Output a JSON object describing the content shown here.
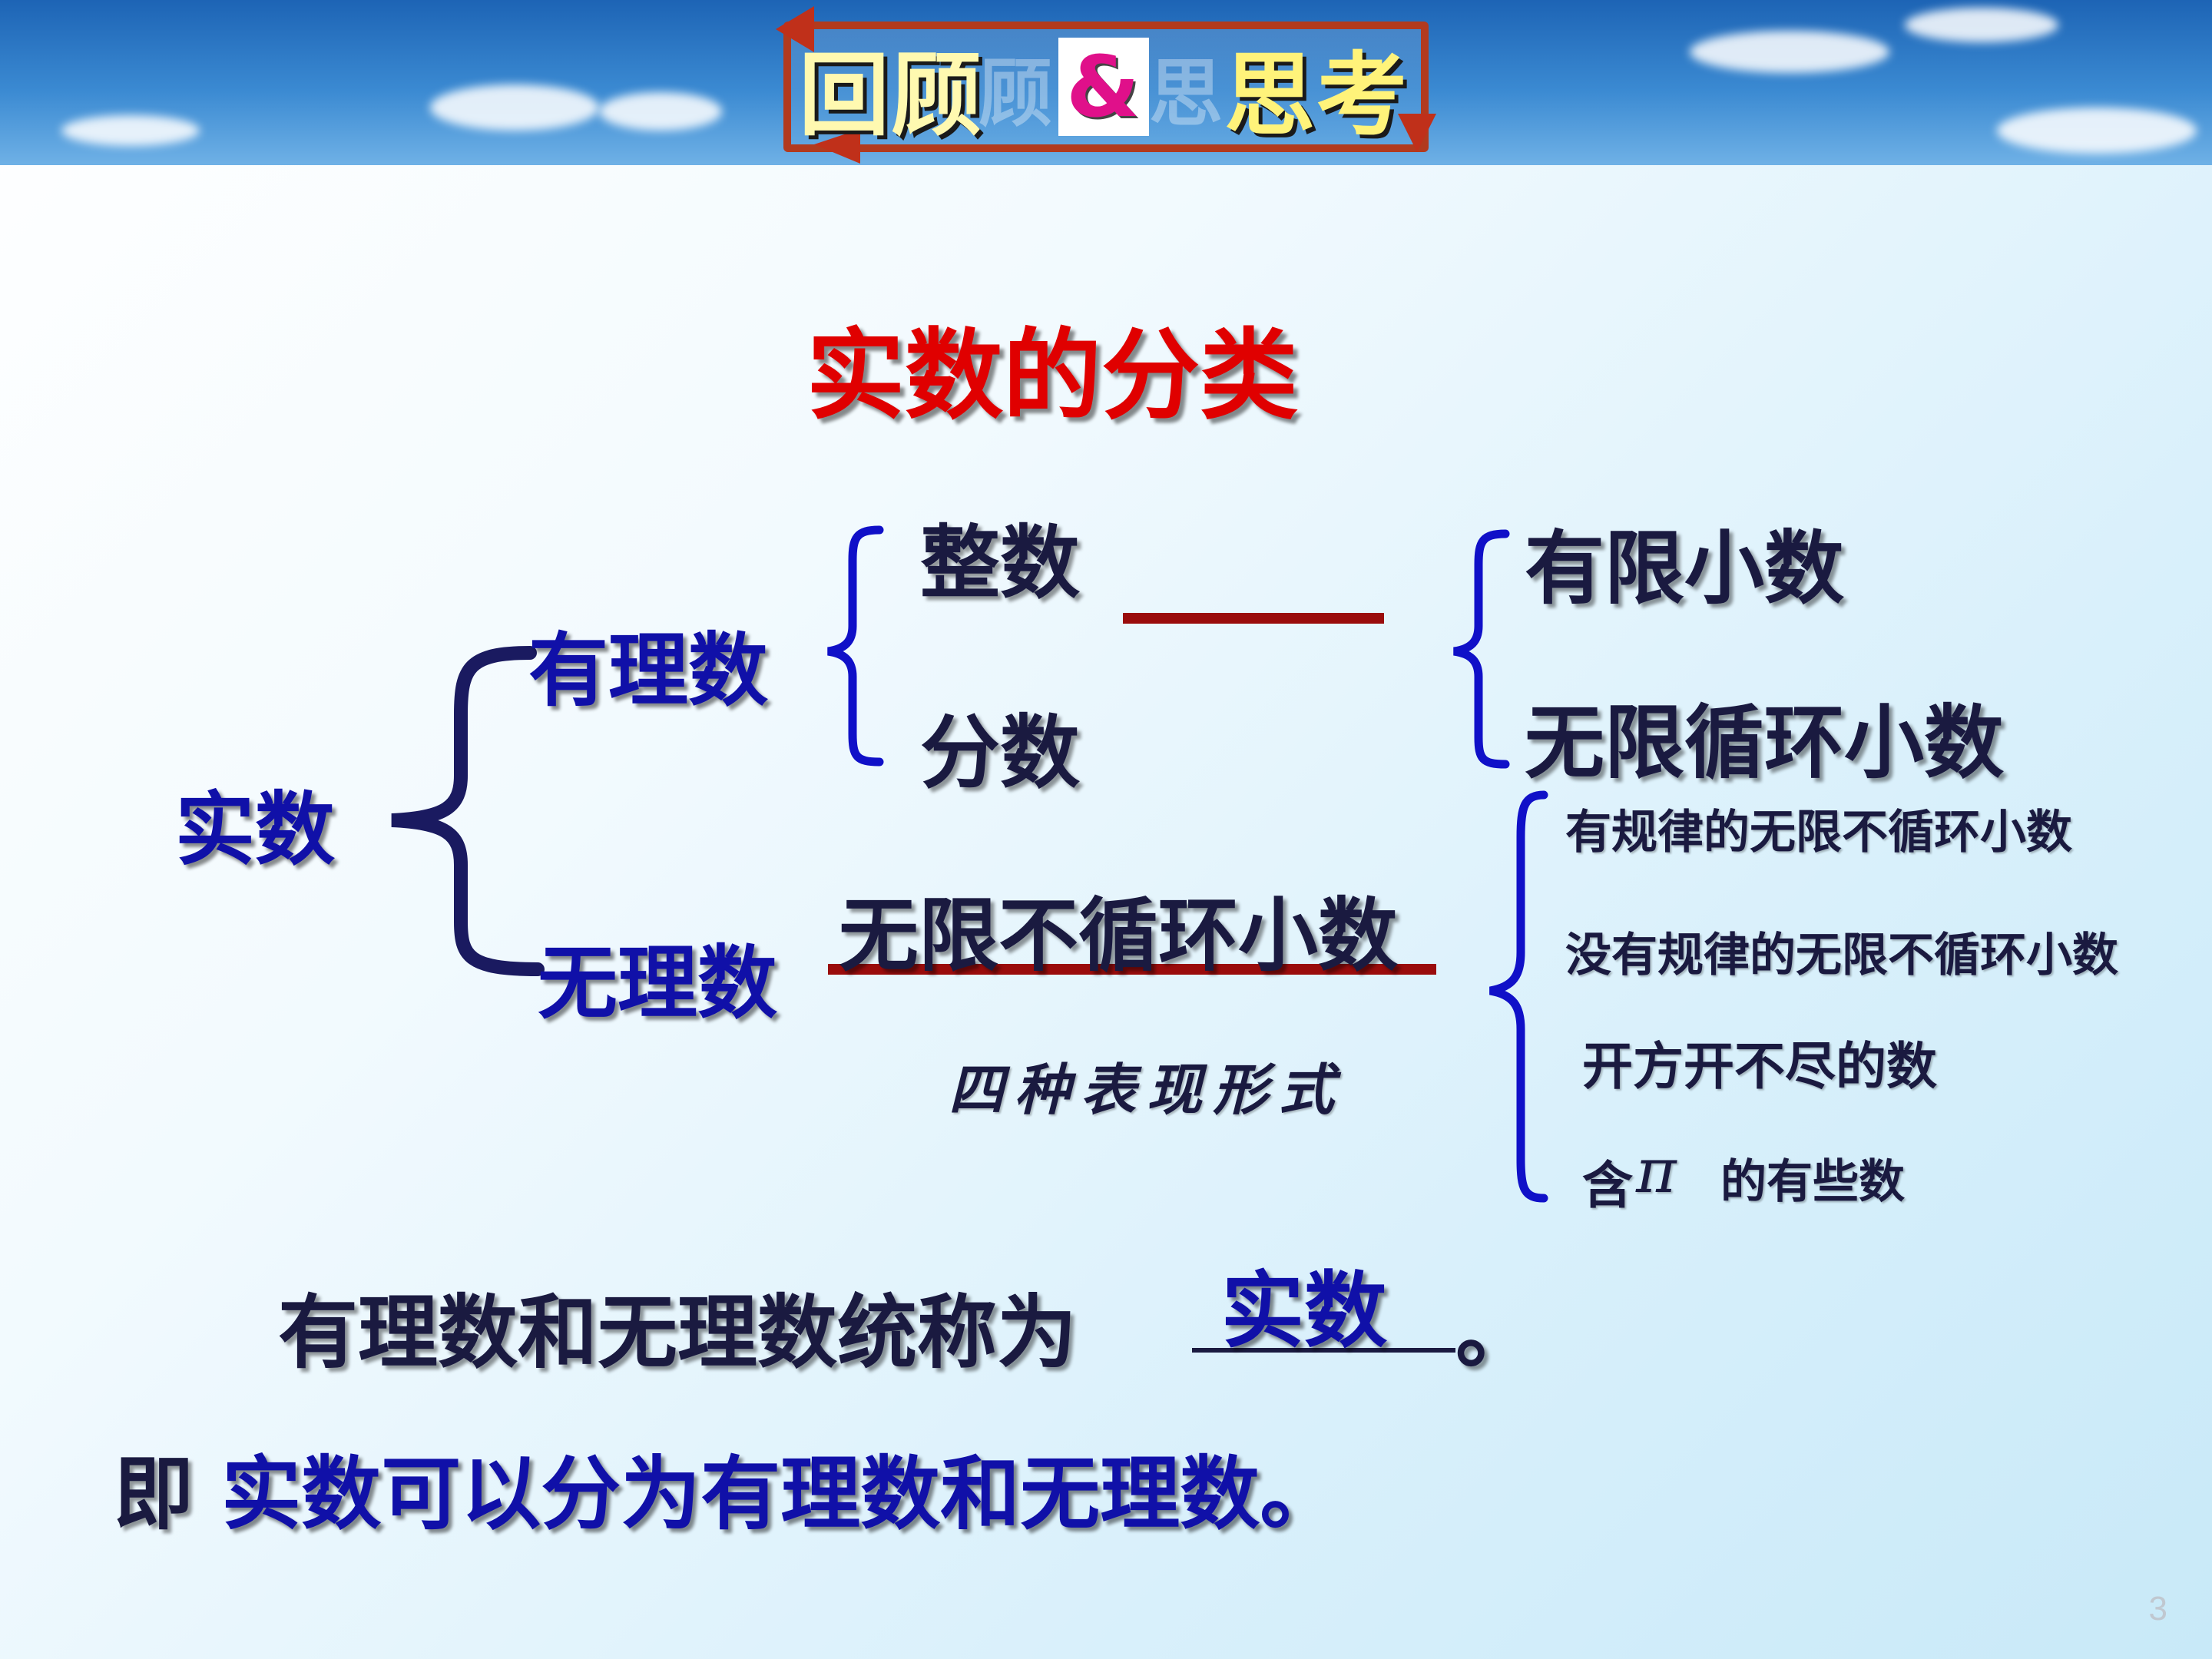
{
  "header": {
    "title_left": "回顾",
    "title_ghost": "顾",
    "title_amp": "&",
    "title_ghost2": "思",
    "title_right": "思考"
  },
  "main_title": "实数的分类",
  "tree": {
    "root": "实数",
    "rational": "有理数",
    "irrational": "无理数",
    "integer": "整数",
    "fraction": "分数",
    "finite_decimal": "有限小数",
    "repeating_decimal": "无限循环小数",
    "non_repeating": "无限不循环小数",
    "four_forms": "四种表现形式",
    "forms": [
      "有规律的无限不循环小数",
      "没有规律的无限不循环小数",
      "开方开不尽的数",
      "的有些数"
    ],
    "pi_prefix": "含",
    "pi_symbol": "π"
  },
  "statement": {
    "text": "有理数和无理数统称为",
    "answer": "实数",
    "end": "。"
  },
  "conclusion": {
    "prefix": "即 ",
    "text": "实数可以分为有理数和无理数。"
  },
  "page_number": "3",
  "colors": {
    "blue_text": "#1010a8",
    "red_title": "#e00000",
    "dark_red_line": "#9a0c0c",
    "navy_brace": "#1a1a60",
    "blue_brace": "#1010c8",
    "header_border": "#b23a1e"
  }
}
